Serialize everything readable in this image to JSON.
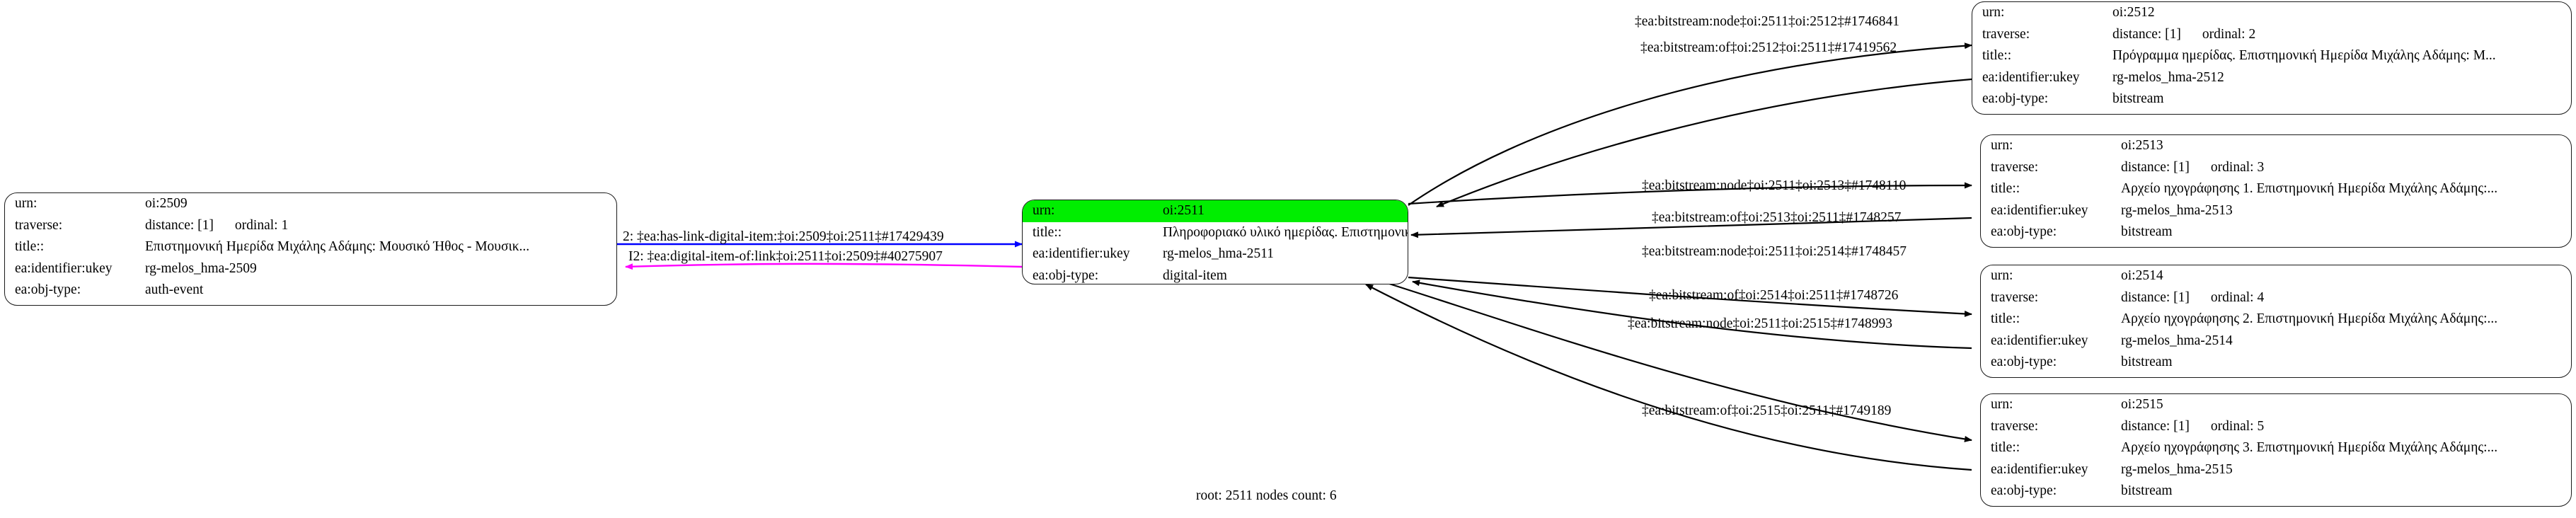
{
  "caption": "root: 2511 nodes count: 6",
  "colors": {
    "highlight": "#00ee00",
    "edge_forward": "#0000ff",
    "edge_reverse": "#ff00ff",
    "edge_default": "#000000",
    "node_border": "#1a1a1a"
  },
  "field_labels": {
    "urn": "urn:",
    "traverse": "traverse:",
    "title": "title::",
    "ukey": "ea:identifier:ukey",
    "objtype": "ea:obj-type:"
  },
  "nodes": {
    "left": {
      "urn": "oi:2509",
      "distance": "distance: [1]",
      "ordinal": "ordinal: 1",
      "title": "Επιστημονική Ημερίδα Μιχάλης Αδάμης: Μουσικό Ήθος - Μουσικ...",
      "ukey": "rg-melos_hma-2509",
      "objtype": "auth-event"
    },
    "center": {
      "urn": "oi:2511",
      "title": "Πληροφοριακό υλικό ημερίδας. Επιστημονική Ημερίδα Μιχάλης ...",
      "ukey": "rg-melos_hma-2511",
      "objtype": "digital-item"
    },
    "r2512": {
      "urn": "oi:2512",
      "distance": "distance: [1]",
      "ordinal": "ordinal: 2",
      "title": "Πρόγραμμα ημερίδας. Επιστημονική Ημερίδα Μιχάλης Αδάμης: Μ...",
      "ukey": "rg-melos_hma-2512",
      "objtype": "bitstream"
    },
    "r2513": {
      "urn": "oi:2513",
      "distance": "distance: [1]",
      "ordinal": "ordinal: 3",
      "title": "Αρχείο ηχογράφησης 1. Επιστημονική Ημερίδα Μιχάλης Αδάμης:...",
      "ukey": "rg-melos_hma-2513",
      "objtype": "bitstream"
    },
    "r2514": {
      "urn": "oi:2514",
      "distance": "distance: [1]",
      "ordinal": "ordinal: 4",
      "title": "Αρχείο ηχογράφησης 2. Επιστημονική Ημερίδα Μιχάλης Αδάμης:...",
      "ukey": "rg-melos_hma-2514",
      "objtype": "bitstream"
    },
    "r2515": {
      "urn": "oi:2515",
      "distance": "distance: [1]",
      "ordinal": "ordinal: 5",
      "title": "Αρχείο ηχογράφησης 3. Επιστημονική Ημερίδα Μιχάλης Αδάμης:...",
      "ukey": "rg-melos_hma-2515",
      "objtype": "bitstream"
    }
  },
  "edges": {
    "e1": "2: ‡ea:has-link-digital-item:‡oi:2509‡oi:2511‡#17429439",
    "e2": "I2: ‡ea:digital-item-of:link‡oi:2511‡oi:2509‡#40275907",
    "e3": "‡ea:bitstream:node‡oi:2511‡oi:2512‡#1746841",
    "e4": "‡ea:bitstream:of‡oi:2512‡oi:2511‡#17419562",
    "e5": "‡ea:bitstream:node‡oi:2511‡oi:2513‡#1748110",
    "e6": "‡ea:bitstream:of‡oi:2513‡oi:2511‡#1748257",
    "e7": "‡ea:bitstream:node‡oi:2511‡oi:2514‡#1748457",
    "e8": "‡ea:bitstream:of‡oi:2514‡oi:2511‡#1748726",
    "e9": "‡ea:bitstream:node‡oi:2511‡oi:2515‡#1748993",
    "e10": "‡ea:bitstream:of‡oi:2515‡oi:2511‡#1749189"
  }
}
